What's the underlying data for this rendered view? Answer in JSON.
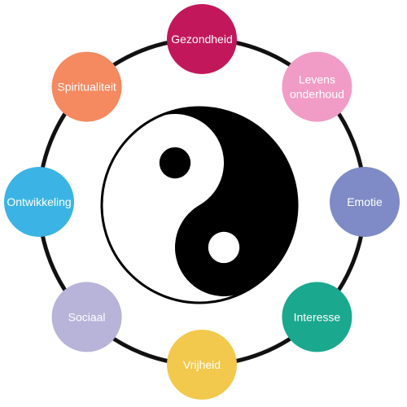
{
  "nodes": [
    {
      "label_lines": [
        "Gezondheid"
      ],
      "color": "#c2185b"
    },
    {
      "label_lines": [
        "Levens",
        "onderhoud"
      ],
      "color": "#f19cc6"
    },
    {
      "label_lines": [
        "Emotie"
      ],
      "color": "#7e8bc6"
    },
    {
      "label_lines": [
        "Interesse"
      ],
      "color": "#1aa88e"
    },
    {
      "label_lines": [
        "Vrijheid"
      ],
      "color": "#f2c94c"
    },
    {
      "label_lines": [
        "Sociaal"
      ],
      "color": "#b8b3d9"
    },
    {
      "label_lines": [
        "Ontwikkeling"
      ],
      "color": "#3bb4e5"
    },
    {
      "label_lines": [
        "Spiritualiteit"
      ],
      "color": "#f5895f"
    }
  ],
  "ring_color": "#111111",
  "yin_yang": {
    "dark": "#000000",
    "light": "#ffffff"
  }
}
